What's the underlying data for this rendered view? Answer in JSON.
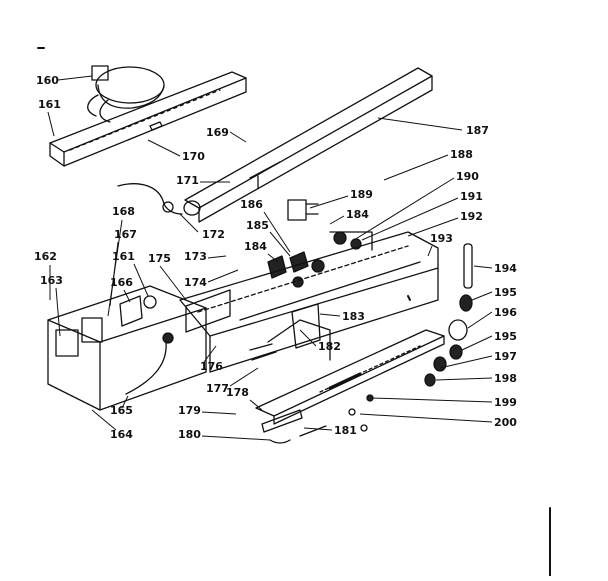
{
  "diagram": {
    "callouts": [
      {
        "id": "c160",
        "label": "160"
      },
      {
        "id": "c161a",
        "label": "161"
      },
      {
        "id": "c169",
        "label": "169"
      },
      {
        "id": "c170",
        "label": "170"
      },
      {
        "id": "c187",
        "label": "187"
      },
      {
        "id": "c188",
        "label": "188"
      },
      {
        "id": "c171",
        "label": "171"
      },
      {
        "id": "c189",
        "label": "189"
      },
      {
        "id": "c190",
        "label": "190"
      },
      {
        "id": "c186",
        "label": "186"
      },
      {
        "id": "c184a",
        "label": "184"
      },
      {
        "id": "c191",
        "label": "191"
      },
      {
        "id": "c185",
        "label": "185"
      },
      {
        "id": "c192",
        "label": "192"
      },
      {
        "id": "c168",
        "label": "168"
      },
      {
        "id": "c172",
        "label": "172"
      },
      {
        "id": "c167",
        "label": "167"
      },
      {
        "id": "c193",
        "label": "193"
      },
      {
        "id": "c184b",
        "label": "184"
      },
      {
        "id": "c162",
        "label": "162"
      },
      {
        "id": "c161b",
        "label": "161"
      },
      {
        "id": "c175",
        "label": "175"
      },
      {
        "id": "c173",
        "label": "173"
      },
      {
        "id": "c194",
        "label": "194"
      },
      {
        "id": "c174",
        "label": "174"
      },
      {
        "id": "c163",
        "label": "163"
      },
      {
        "id": "c166",
        "label": "166"
      },
      {
        "id": "c195a",
        "label": "195"
      },
      {
        "id": "c183",
        "label": "183"
      },
      {
        "id": "c196",
        "label": "196"
      },
      {
        "id": "c195b",
        "label": "195"
      },
      {
        "id": "c182",
        "label": "182"
      },
      {
        "id": "c197",
        "label": "197"
      },
      {
        "id": "c176",
        "label": "176"
      },
      {
        "id": "c177",
        "label": "177"
      },
      {
        "id": "c198",
        "label": "198"
      },
      {
        "id": "c178",
        "label": "178"
      },
      {
        "id": "c165",
        "label": "165"
      },
      {
        "id": "c199",
        "label": "199"
      },
      {
        "id": "c179",
        "label": "179"
      },
      {
        "id": "c164",
        "label": "164"
      },
      {
        "id": "c200",
        "label": "200"
      },
      {
        "id": "c180",
        "label": "180"
      },
      {
        "id": "c181",
        "label": "181"
      }
    ]
  }
}
